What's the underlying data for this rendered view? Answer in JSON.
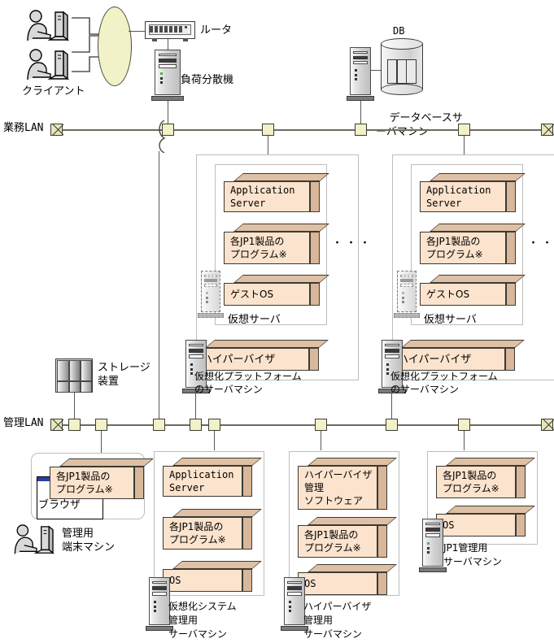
{
  "diagram": {
    "title": "JP1 virtualized system configuration diagram",
    "labels": {
      "client": "クライアント",
      "router": "ルータ",
      "load_balancer": "負荷分散機",
      "db_label": "DB",
      "db_server": "データベースサ\nーバマシン",
      "business_lan": "業務LAN",
      "management_lan": "管理LAN",
      "storage": "ストレージ\n装置",
      "virtual_server": "仮想サーバ",
      "virtualization_platform_server": "仮想化プラットフォーム\nのサーバマシン",
      "management_terminal": "管理用\n端末マシン",
      "browser": "ブラウザ",
      "virtualization_system_mgmt_server": "仮想化システム\n管理用\nサーバマシン",
      "hypervisor_mgmt_server": "ハイパーバイザ\n管理用\nサーバマシン",
      "jp1_mgmt_server": "JP1管理用\nサーバマシン",
      "ellipsis": "・・・"
    },
    "boxes": {
      "application_server": "Application\nServer",
      "jp1_programs": "各JP1製品の\nプログラム※",
      "guest_os": "ゲストOS",
      "hypervisor": "ハイパーバイザ",
      "os": "OS",
      "hypervisor_mgmt_software": "ハイパーバイザ\n管理\nソフトウェア"
    },
    "colors": {
      "box_face": "#fbe3cd",
      "box_top": "#e0c0a4",
      "box_side": "#d8b79a",
      "connector": "#f2f1c8",
      "cloud": "#f2f2c8",
      "line": "#6b6b5e",
      "browser_titlebar": "#2a3fa8"
    }
  }
}
